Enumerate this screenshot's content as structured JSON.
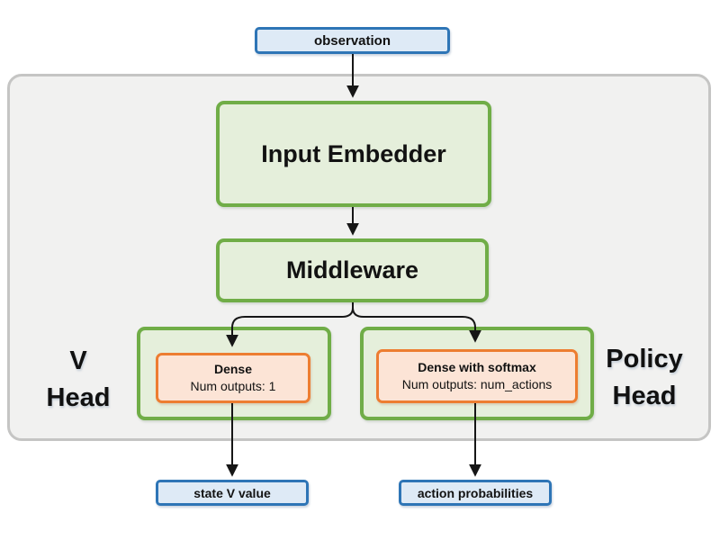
{
  "nodes": {
    "observation": {
      "label": "observation"
    },
    "input_embedder": {
      "label": "Input Embedder"
    },
    "middleware": {
      "label": "Middleware"
    },
    "v_head_label": {
      "line1": "V",
      "line2": "Head"
    },
    "policy_head_label": {
      "line1": "Policy",
      "line2": "Head"
    },
    "v_dense": {
      "title": "Dense",
      "subtitle": "Num outputs: 1"
    },
    "policy_dense": {
      "title": "Dense with softmax",
      "subtitle": "Num outputs: num_actions"
    },
    "state_v_value": {
      "label": "state V value"
    },
    "action_probabilities": {
      "label": "action probabilities"
    }
  },
  "colors": {
    "green_border": "#70ad47",
    "green_fill": "#e5efdb",
    "orange_border": "#ed7d31",
    "orange_fill": "#fce4d6",
    "blue_border": "#2e75b6",
    "blue_fill": "#deeaf6",
    "container_fill": "#f1f1f0",
    "container_border": "#c5c5c4",
    "arrow": "#161616",
    "text": "#121212"
  }
}
